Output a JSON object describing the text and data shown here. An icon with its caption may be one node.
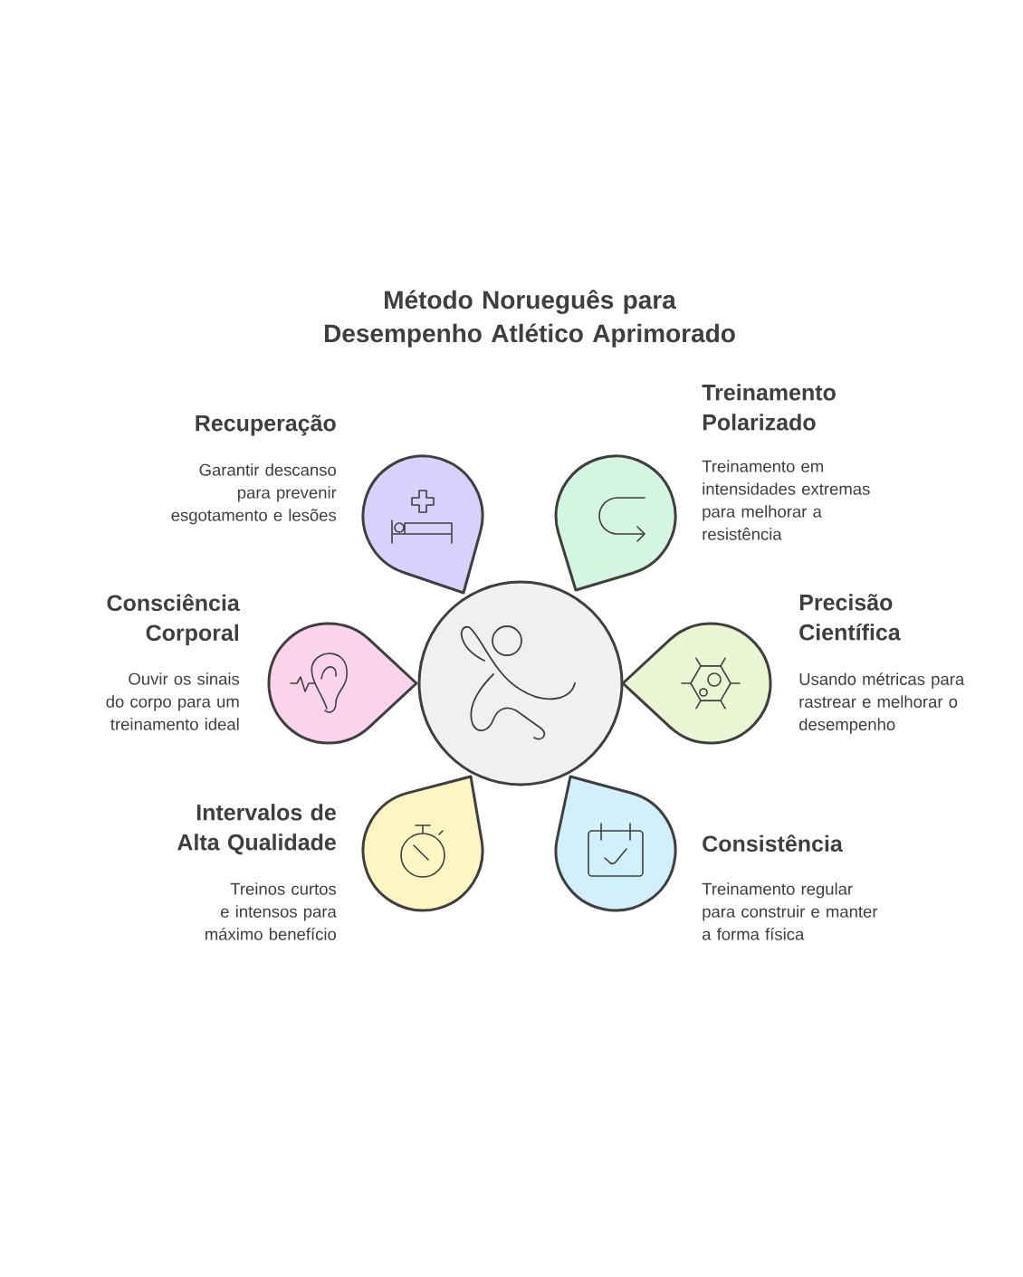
{
  "diagram": {
    "title": "Método Norueguês para Desempenho Atlético Aprimorado",
    "nodes": [
      {
        "text": [],
        "shape": "circle"
      },
      {
        "text": [
          "Recuperação",
          "Garantir descanso para prevenir esgotamento e lesões"
        ]
      },
      {
        "text": [
          "Treinamento Polarizado",
          "Treinamento em intensidades extremas para melhorar a resistência"
        ]
      },
      {
        "text": [
          "Consciência Corporal",
          "Ouvir os sinais do corpo para um treinamento ideal"
        ]
      },
      {
        "text": [
          "Precisão Científica",
          "Usando métricas para rastrear e melhorar o desempenho"
        ]
      },
      {
        "text": [
          "Intervalos de Alta Qualidade",
          "Treinos curtos e intensos para máximo benefício"
        ]
      },
      {
        "text": [
          "Consistência",
          "Treinamento regular para construir e manter a forma física"
        ]
      }
    ]
  }
}
